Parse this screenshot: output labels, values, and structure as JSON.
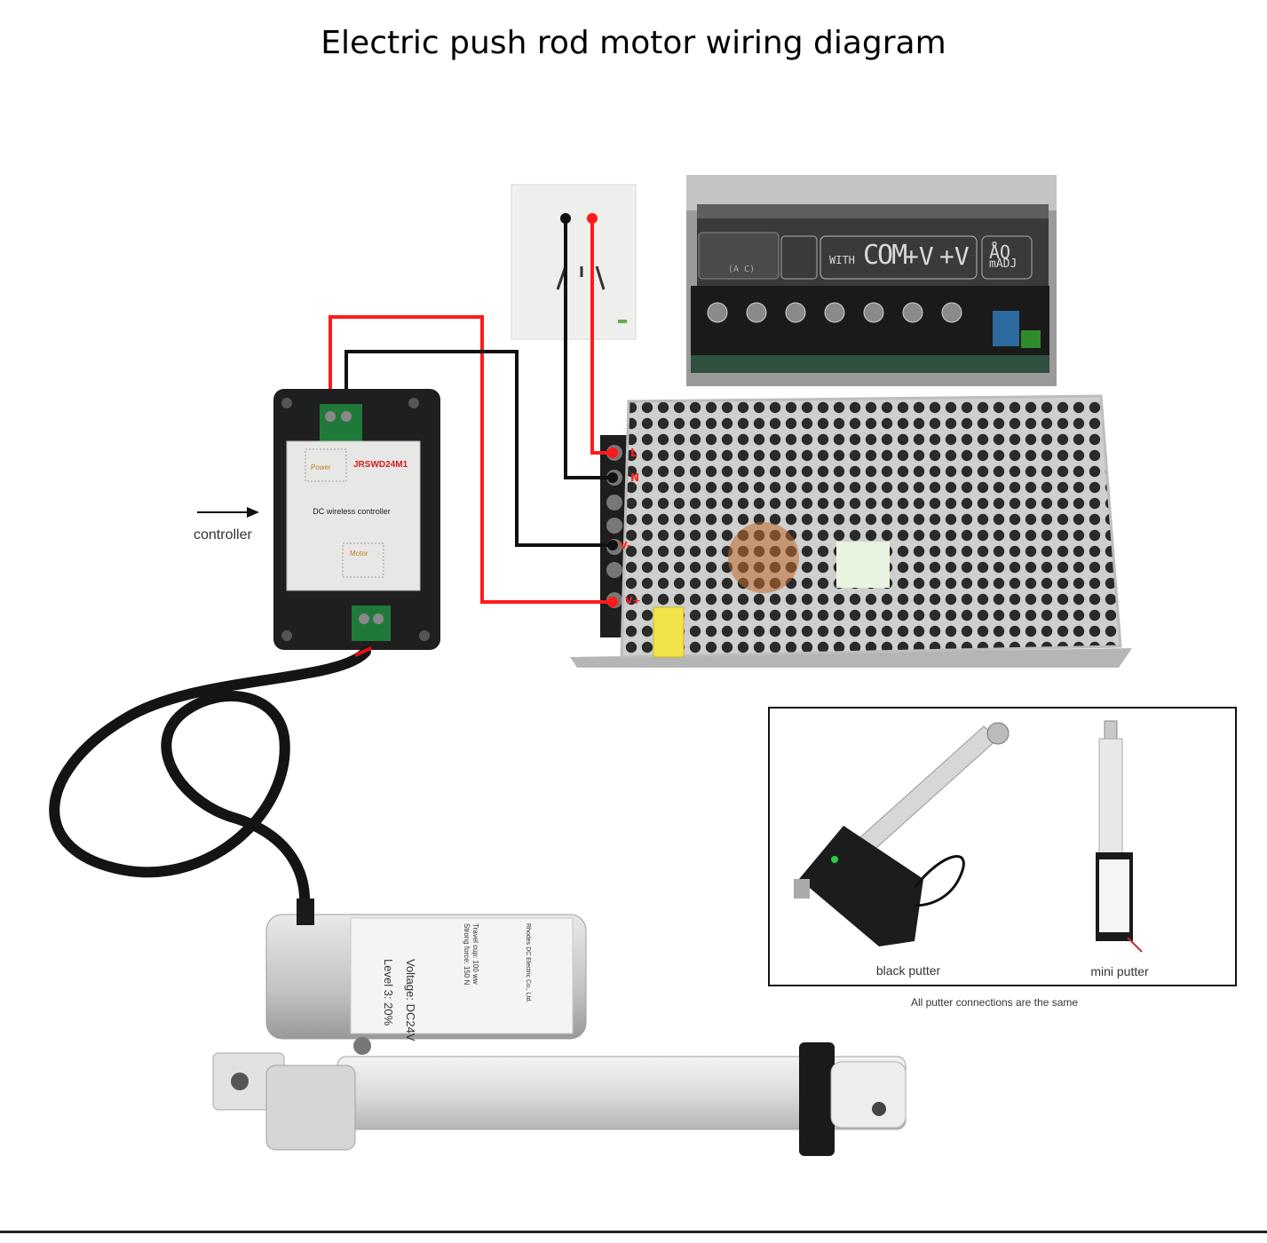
{
  "title": "Electric push rod motor wiring diagram",
  "controller": {
    "caption": "controller",
    "box_text": "DC wireless controller",
    "model": "JRSWD24M1",
    "power_tag": "Power",
    "motor_tag": "Motor"
  },
  "power_supply": {
    "terminal_labels": {
      "l": "L",
      "n": "N",
      "v_minus": "V-",
      "v_plus": "V+"
    },
    "top_panel": {
      "with": "WITH",
      "com": "COM",
      "v1": "+V",
      "v2": "+V",
      "aq": "ÅQ",
      "adj": "mADJ",
      "ac": "(A C)"
    }
  },
  "motor_label": {
    "maker": "Rhodes DC Electric Co., Ltd.",
    "voltage": "Voltage: DC24V",
    "travel": "Travel cup: 100 ww",
    "force": "Strong force: 150 N",
    "level": "Level 3: 20%"
  },
  "inset": {
    "black_label": "black putter",
    "mini_label": "mini putter",
    "note": "All putter connections are the same"
  },
  "colors": {
    "wire_red": "#ff1a1a",
    "wire_black": "#111111",
    "controller_body": "#1f1f1f",
    "psu_metal": "#c9c9c9",
    "terminal_green": "#1f7a3a"
  },
  "icons": [
    "arrow-right-icon",
    "wall-socket-icon",
    "power-supply-icon",
    "controller-icon",
    "linear-actuator-icon"
  ]
}
